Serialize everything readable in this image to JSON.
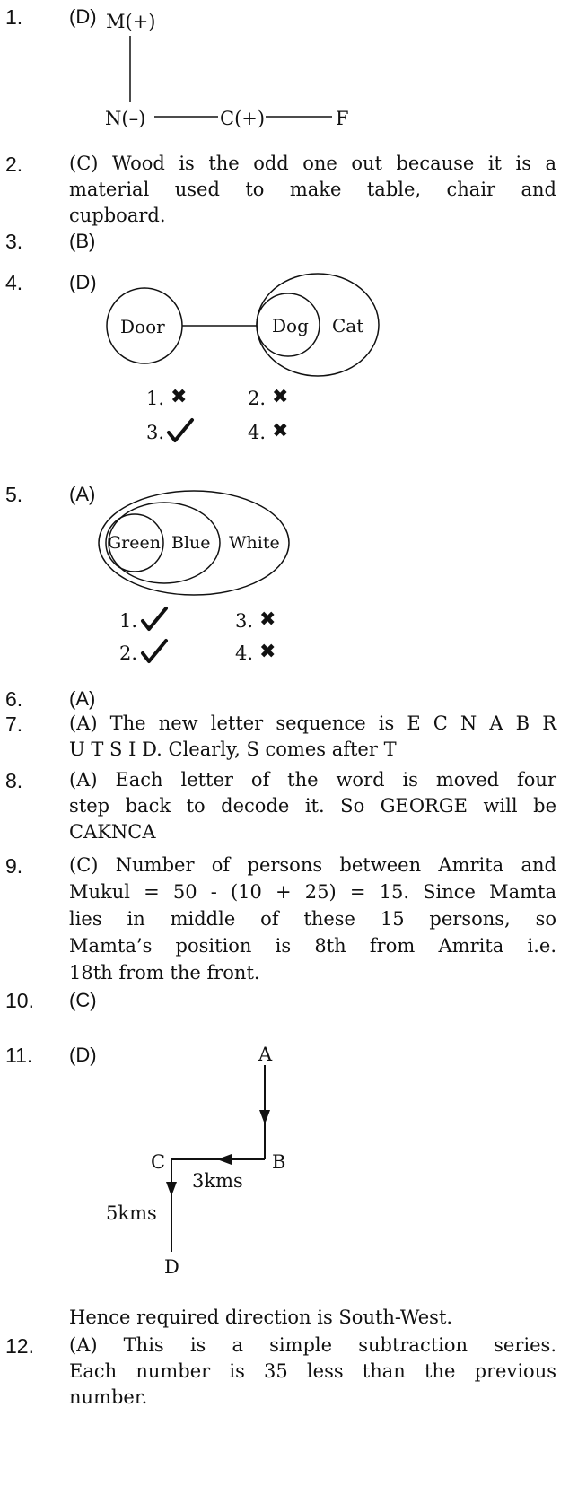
{
  "items": [
    {
      "num": "1.",
      "answer": "(D)"
    },
    {
      "num": "2.",
      "lines": [
        "(C) Wood is the odd one out because it is a",
        "material used to make table, chair and",
        "cupboard."
      ]
    },
    {
      "num": "3.",
      "answer": "(B)"
    },
    {
      "num": "4.",
      "answer": "(D)"
    },
    {
      "num": "5.",
      "answer": "(A)"
    },
    {
      "num": "6.",
      "answer": "(A)"
    },
    {
      "num": "7.",
      "lines": [
        "(A) The new letter sequence is E C N A B R",
        "U T S I D. Clearly, S comes after T"
      ]
    },
    {
      "num": "8.",
      "lines": [
        "(A) Each letter of the word is moved four",
        "step back to decode it. So GEORGE will be",
        "CAKNCA"
      ]
    },
    {
      "num": "9.",
      "lines": [
        "(C) Number of persons between Amrita and",
        "Mukul = 50 - (10 + 25) = 15. Since Mamta",
        "lies in middle of these 15 persons, so",
        "Mamta’s position is 8th from Amrita i.e.",
        "18th from the front."
      ]
    },
    {
      "num": "10.",
      "answer": "(C)"
    },
    {
      "num": "11.",
      "answer": "(D)",
      "conclusion": "Hence required direction is South-West."
    },
    {
      "num": "12.",
      "lines": [
        "(A) This is a simple subtraction series.",
        "Each number is 35 less than the previous",
        "number."
      ]
    }
  ],
  "diagram1": {
    "m": "M(+)",
    "n": "N(–)",
    "c": "C(+)",
    "f": "F"
  },
  "venn4": {
    "labels": [
      "Door",
      "Dog",
      "Cat"
    ],
    "checks": [
      {
        "n": "1.",
        "mark": "cross"
      },
      {
        "n": "2.",
        "mark": "cross"
      },
      {
        "n": "3.",
        "mark": "tick"
      },
      {
        "n": "4.",
        "mark": "cross"
      }
    ]
  },
  "venn5": {
    "labels": [
      "Green",
      "Blue",
      "White"
    ],
    "checks": [
      {
        "n": "1.",
        "mark": "tick"
      },
      {
        "n": "3.",
        "mark": "cross"
      },
      {
        "n": "2.",
        "mark": "tick"
      },
      {
        "n": "4.",
        "mark": "cross"
      }
    ]
  },
  "direction": {
    "a": "A",
    "b": "B",
    "c": "C",
    "d": "D",
    "bc": "3kms",
    "cd": "5kms"
  }
}
